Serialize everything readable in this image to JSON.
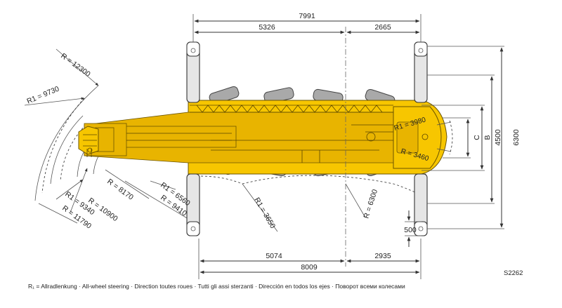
{
  "top_dims": {
    "overall": "7991",
    "left": "5326",
    "right": "2665"
  },
  "bottom_dims": {
    "overall": "8009",
    "left": "5074",
    "right": "2935"
  },
  "right_dims": {
    "c": "C",
    "b": "B",
    "w4500": "4500",
    "w6300": "6300",
    "w500": "500"
  },
  "radii": {
    "r12300": "R = 12300",
    "r1_9730": "R1 = 9730",
    "r1_9340": "R1 = 9340",
    "r10900": "R = 10900",
    "r11790": "R = 11790",
    "r8170": "R = 8170",
    "r1_6560": "R1 = 6560",
    "r9410": "R = 9410",
    "r1_3650": "R1 = 3650",
    "r6300": "R = 6300",
    "r1_3980": "R1 = 3980",
    "r3460": "R = 3460"
  },
  "drawing_code": "S2262",
  "footer": "R₁ = Allradlenkung · All-wheel steering · Direction toutes roues · Tutti gli assi sterzanti · Dirección en todos los ejes · Поворот всеми колесами"
}
